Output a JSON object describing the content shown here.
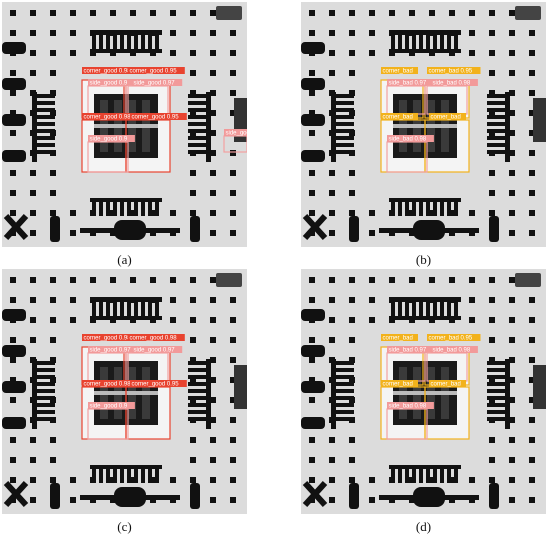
{
  "panels": [
    {
      "id": "a",
      "caption": "(a)",
      "box_color": "#e8432f",
      "detections": [
        {
          "label": "corner_good 0.98",
          "kind": "corner"
        },
        {
          "label": "corner_good 0.95",
          "kind": "corner"
        },
        {
          "label": "side_good 0.9",
          "kind": "side"
        },
        {
          "label": "side_good 0.97",
          "kind": "side"
        },
        {
          "label": "corner_good 0.98",
          "kind": "corner"
        },
        {
          "label": "corner_good 0.95",
          "kind": "corner"
        },
        {
          "label": "side_good 0.9",
          "kind": "side"
        },
        {
          "label": "side_good",
          "kind": "side"
        }
      ]
    },
    {
      "id": "b",
      "caption": "(b)",
      "box_color": "#f2b21c",
      "detections": [
        {
          "label": "corner_bad",
          "kind": "corner"
        },
        {
          "label": "corner_bad 0.95",
          "kind": "corner"
        },
        {
          "label": "side_bad 0.97",
          "kind": "side"
        },
        {
          "label": "side_bad 0.98",
          "kind": "side"
        },
        {
          "label": "corner_bad",
          "kind": "corner"
        },
        {
          "label": "corner_bad",
          "kind": "corner"
        },
        {
          "label": "side_bad 0.98",
          "kind": "side"
        }
      ]
    },
    {
      "id": "c",
      "caption": "(c)",
      "box_color": "#e8432f",
      "detections": [
        {
          "label": "corner_good 0.98",
          "kind": "corner"
        },
        {
          "label": "corner_good 0.98",
          "kind": "corner"
        },
        {
          "label": "side_good 0.97",
          "kind": "side"
        },
        {
          "label": "side_good 0.97",
          "kind": "side"
        },
        {
          "label": "corner_good 0.98",
          "kind": "corner"
        },
        {
          "label": "corner_good 0.95",
          "kind": "corner"
        },
        {
          "label": "side_good 0.9",
          "kind": "side"
        }
      ]
    },
    {
      "id": "d",
      "caption": "(d)",
      "box_color": "#f2b21c",
      "detections": [
        {
          "label": "corner_bad",
          "kind": "corner"
        },
        {
          "label": "corner_bad 0.95",
          "kind": "corner"
        },
        {
          "label": "side_bad 0.97",
          "kind": "side"
        },
        {
          "label": "side_bad 0.98",
          "kind": "side"
        },
        {
          "label": "corner_bad",
          "kind": "corner"
        },
        {
          "label": "corner_bad",
          "kind": "corner"
        },
        {
          "label": "side_bad 0.98",
          "kind": "side"
        }
      ]
    }
  ]
}
